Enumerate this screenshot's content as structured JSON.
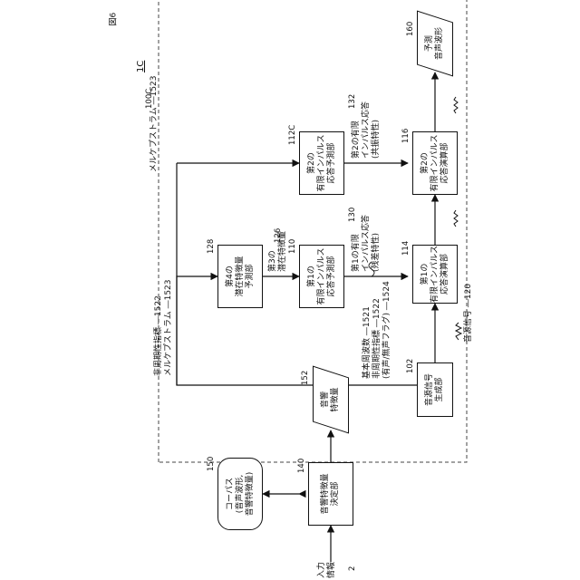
{
  "figure_label": "図6",
  "system_ref": "1C",
  "outer_ref": "100C",
  "input": {
    "line1": "入力",
    "line2": "情報",
    "ref": "2"
  },
  "corpus": {
    "line1": "コーパス",
    "line2": "(音声波形,",
    "line3": "音響特徴量)",
    "ref": "150"
  },
  "blocks": {
    "acoustic_decider": {
      "line1": "音響特徴量",
      "line2": "決定部",
      "ref": "140"
    },
    "acoustic_feature": {
      "line1": "音響",
      "line2": "特徴量",
      "ref": "152"
    },
    "source_gen": {
      "line1": "音源信号",
      "line2": "生成部",
      "ref": "102"
    },
    "fourth_predictor": {
      "line1": "第4の",
      "line2": "潜在特徴量",
      "line3": "予測部",
      "ref": "128"
    },
    "first_fir_predictor": {
      "line1": "第1の",
      "line2": "有限インパルス",
      "line3": "応答予測部",
      "ref": "110"
    },
    "second_fir_predictor": {
      "line1": "第2の",
      "line2": "有限インパルス",
      "line3": "応答予測部",
      "ref": "112C"
    },
    "first_fir_filter": {
      "line1": "第1の",
      "line2": "有限インパルス",
      "line3": "応答演算部",
      "ref": "114"
    },
    "second_fir_filter": {
      "line1": "第2の",
      "line2": "有限インパルス",
      "line3": "応答演算部",
      "ref": "116"
    },
    "predicted_waveform": {
      "line1": "予測",
      "line2": "音声波形",
      "ref": "160"
    }
  },
  "labels": {
    "features_1": "基本周波数",
    "features_1_ref": "1521",
    "features_2": "非周期性指標",
    "features_2_ref": "1522",
    "features_3": "(有声/無声フラグ)",
    "features_3_ref": "1524",
    "upper_1": "非周期性指標",
    "upper_1_ref": "1522",
    "upper_2": "メルケプストラム",
    "upper_2_ref": "1523",
    "top_mel": "メルケプストラム",
    "top_mel_ref": "1523",
    "third_latent_1": "第3の",
    "third_latent_2": "潜在特徴量",
    "third_latent_ref": "126",
    "first_fir_resp_1": "第1の有限",
    "first_fir_resp_2": "インパルス応答",
    "first_fir_resp_3": "(残差特性)",
    "first_fir_resp_ref": "130",
    "second_fir_resp_1": "第2の有限",
    "second_fir_resp_2": "インパルス応答",
    "second_fir_resp_3": "(共振特性)",
    "second_fir_resp_ref": "132",
    "source_signal_1": "音源信号",
    "source_signal_ref": "120"
  }
}
